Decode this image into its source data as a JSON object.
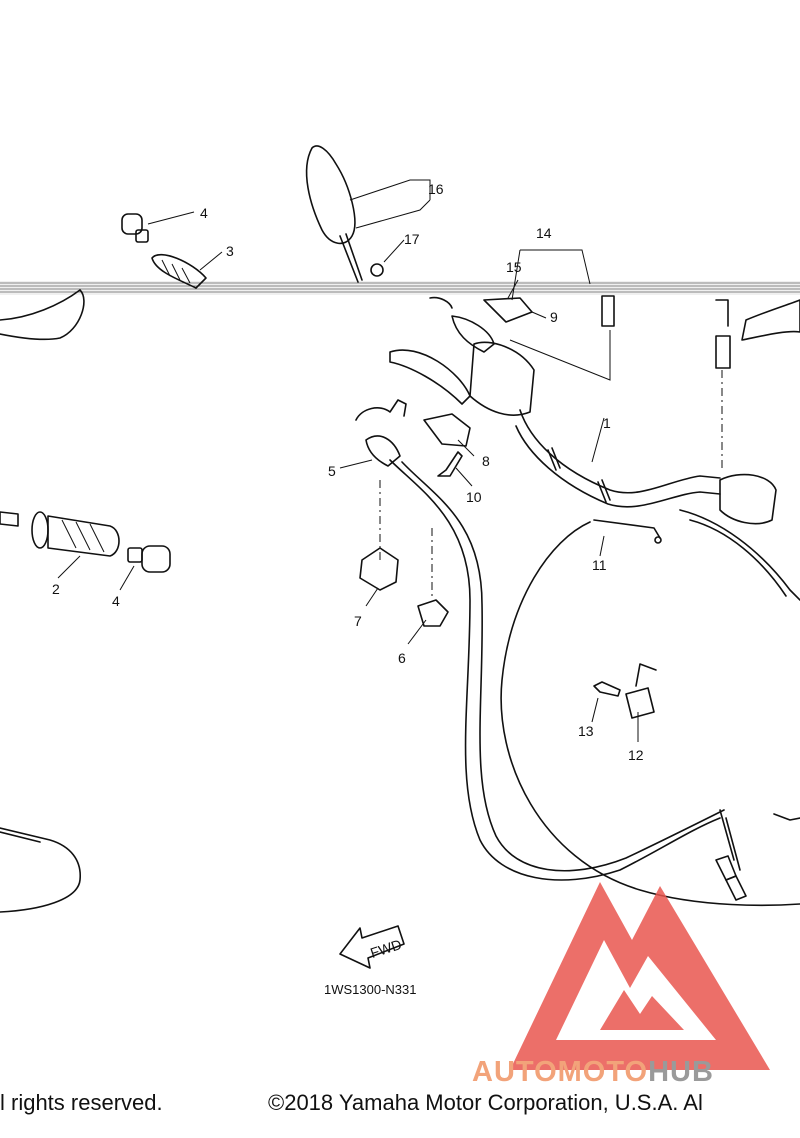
{
  "diagram": {
    "callouts": [
      "1",
      "2",
      "3",
      "4",
      "4",
      "5",
      "6",
      "7",
      "8",
      "9",
      "10",
      "11",
      "12",
      "13",
      "14",
      "15",
      "16",
      "17"
    ],
    "code": "1WS1300-N331",
    "fwd_label": "FWD"
  },
  "footer": {
    "left_text": "l rights reserved.",
    "right_text": "©2018 Yamaha Motor Corporation, U.S.A. Al"
  },
  "watermark": {
    "text_part1": "AUTOMOTO",
    "text_part2": "HUB",
    "colors": {
      "logo": "#e9564f",
      "text1": "#f2a37a",
      "text2": "#9a9a9a"
    }
  }
}
